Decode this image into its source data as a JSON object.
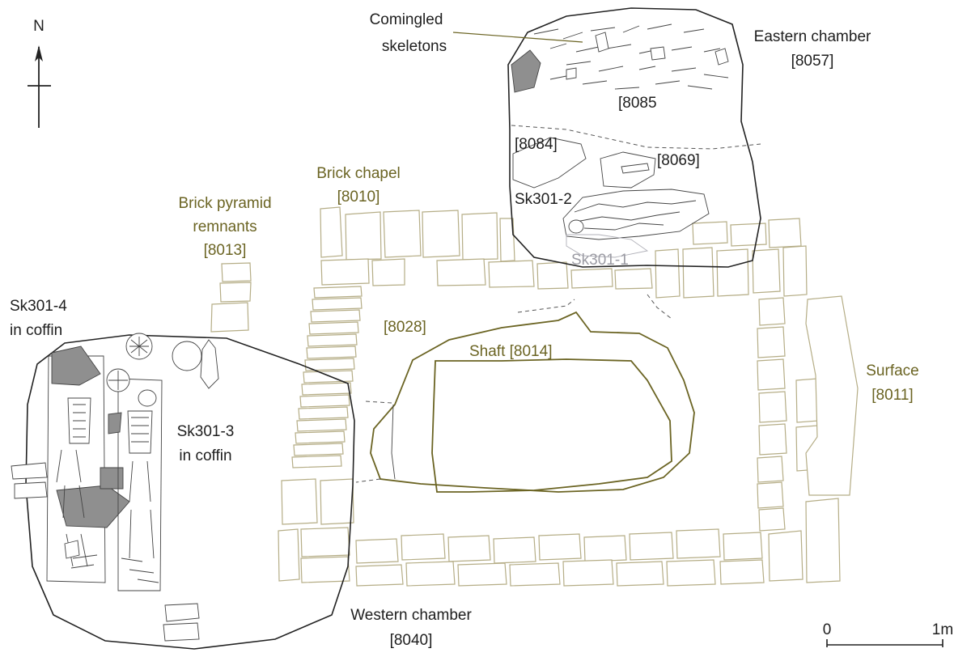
{
  "north": {
    "label": "N"
  },
  "scale": {
    "start": "0",
    "end": "1m"
  },
  "labels": {
    "comingled": [
      "Comingled",
      "skeletons"
    ],
    "eastern_chamber": [
      "Eastern chamber",
      "[8057]"
    ],
    "ctx_8085": "[8085",
    "ctx_8084": "[8084]",
    "ctx_8069": "[8069]",
    "sk301_2": "Sk301-2",
    "sk301_1": "Sk301-1",
    "brick_chapel": [
      "Brick chapel",
      "[8010]"
    ],
    "brick_pyramid": [
      "Brick pyramid",
      "remnants",
      "[8013]"
    ],
    "ctx_8028": "[8028]",
    "shaft": "Shaft [8014]",
    "surface": [
      "Surface",
      "[8011]"
    ],
    "sk301_4": [
      "Sk301-4",
      "in coffin"
    ],
    "sk301_3": [
      "Sk301-3",
      "in coffin"
    ],
    "western_chamber": [
      "Western chamber",
      "[8040]"
    ]
  },
  "colors": {
    "black_labels": "#1e1e1e",
    "olive_labels": "#6b6423",
    "grey_labels": "#9c9ca4",
    "brick_outline": "#b5ad86",
    "chamber_outline": "#222222",
    "shaft_outline": "#6b6423"
  }
}
